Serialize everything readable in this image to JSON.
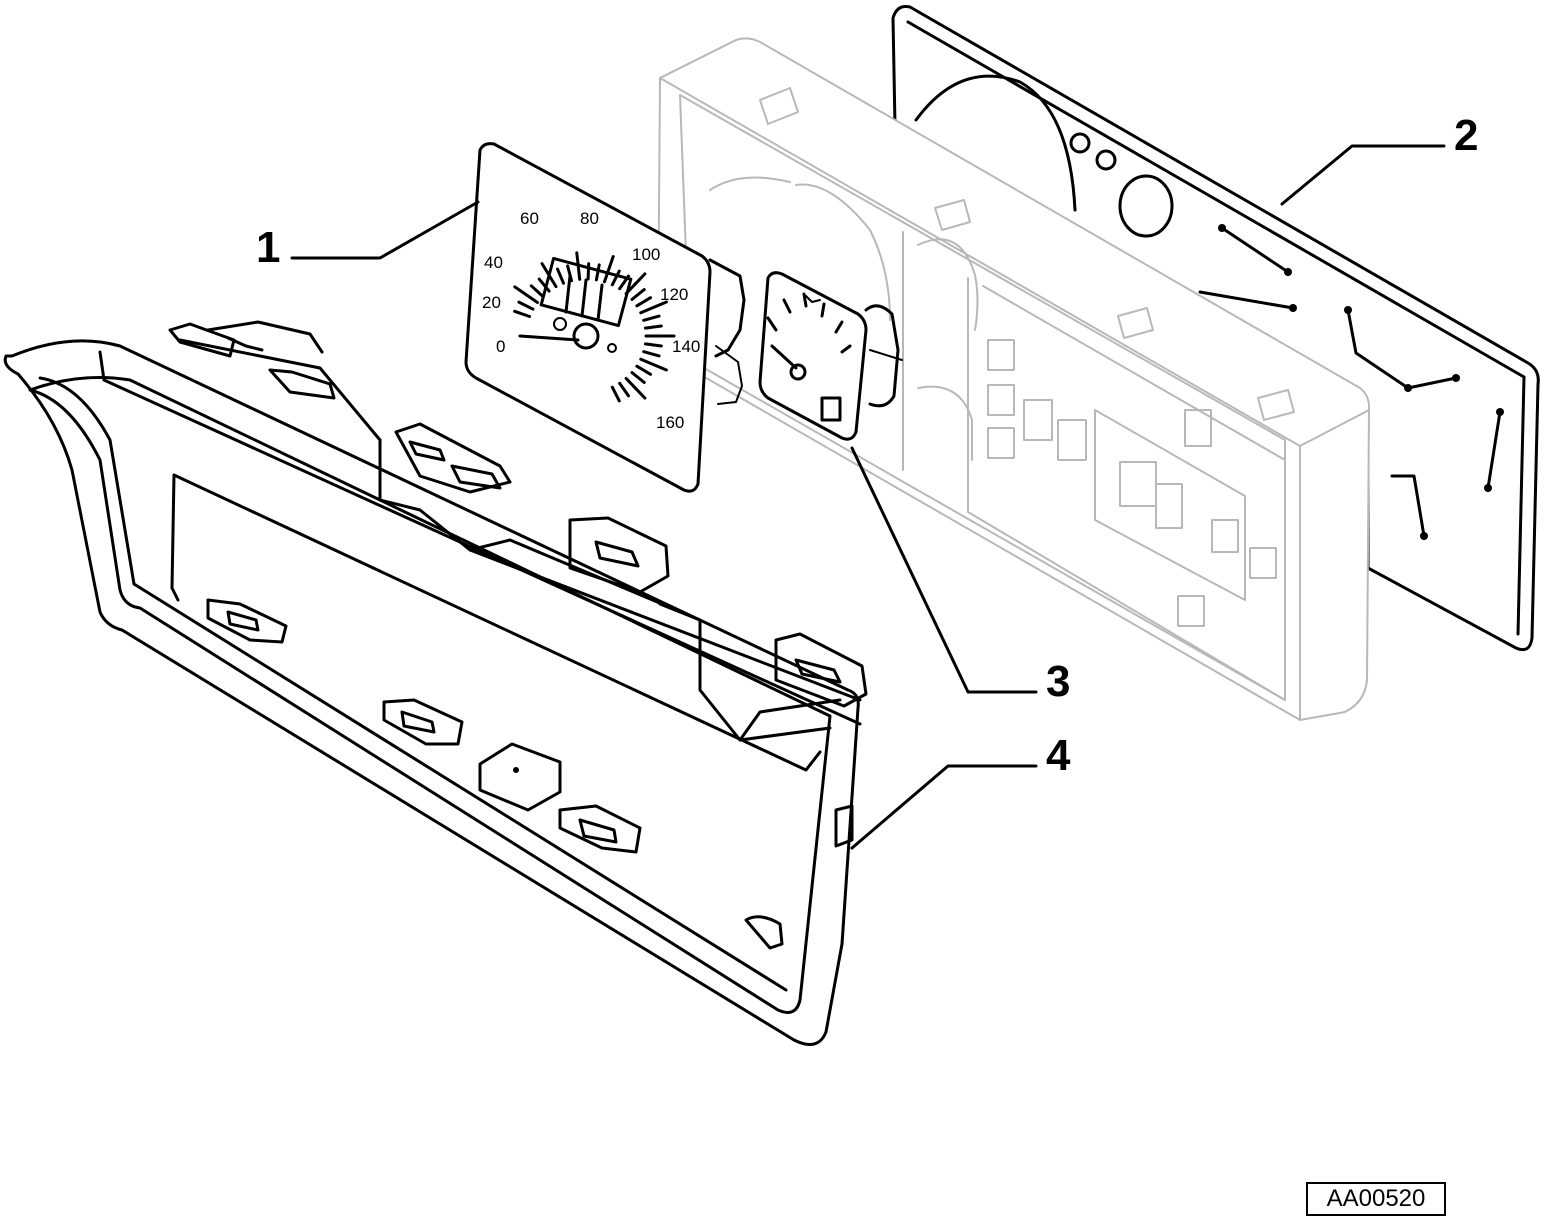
{
  "callouts": [
    {
      "number": "1",
      "part": "speedometer"
    },
    {
      "number": "2",
      "part": "rear printed circuit panel"
    },
    {
      "number": "3",
      "part": "fuel gauge"
    },
    {
      "number": "4",
      "part": "instrument cluster front frame"
    }
  ],
  "speedometer_scale": [
    "0",
    "20",
    "40",
    "60",
    "80",
    "100",
    "120",
    "140",
    "160"
  ],
  "reference_code": "AA00520"
}
